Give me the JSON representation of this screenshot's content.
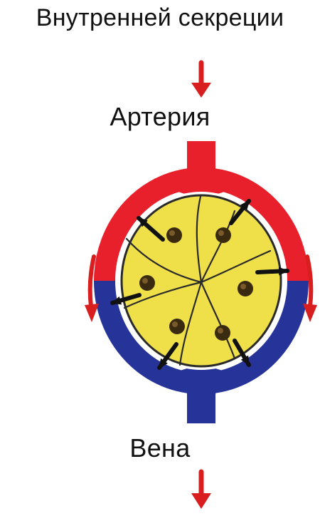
{
  "title": "Внутренней секреции",
  "labels": {
    "artery": "Артерия",
    "vein": "Вена"
  },
  "colors": {
    "artery": "#e8202c",
    "vein": "#26349a",
    "gland": "#efe04a",
    "nucleus": "#3a2a10",
    "flow_arrow": "#d81e1e",
    "secretion_arrow": "#111111"
  },
  "icons": {
    "flow": "red-down-arrow",
    "secretion": "black-arrow"
  }
}
